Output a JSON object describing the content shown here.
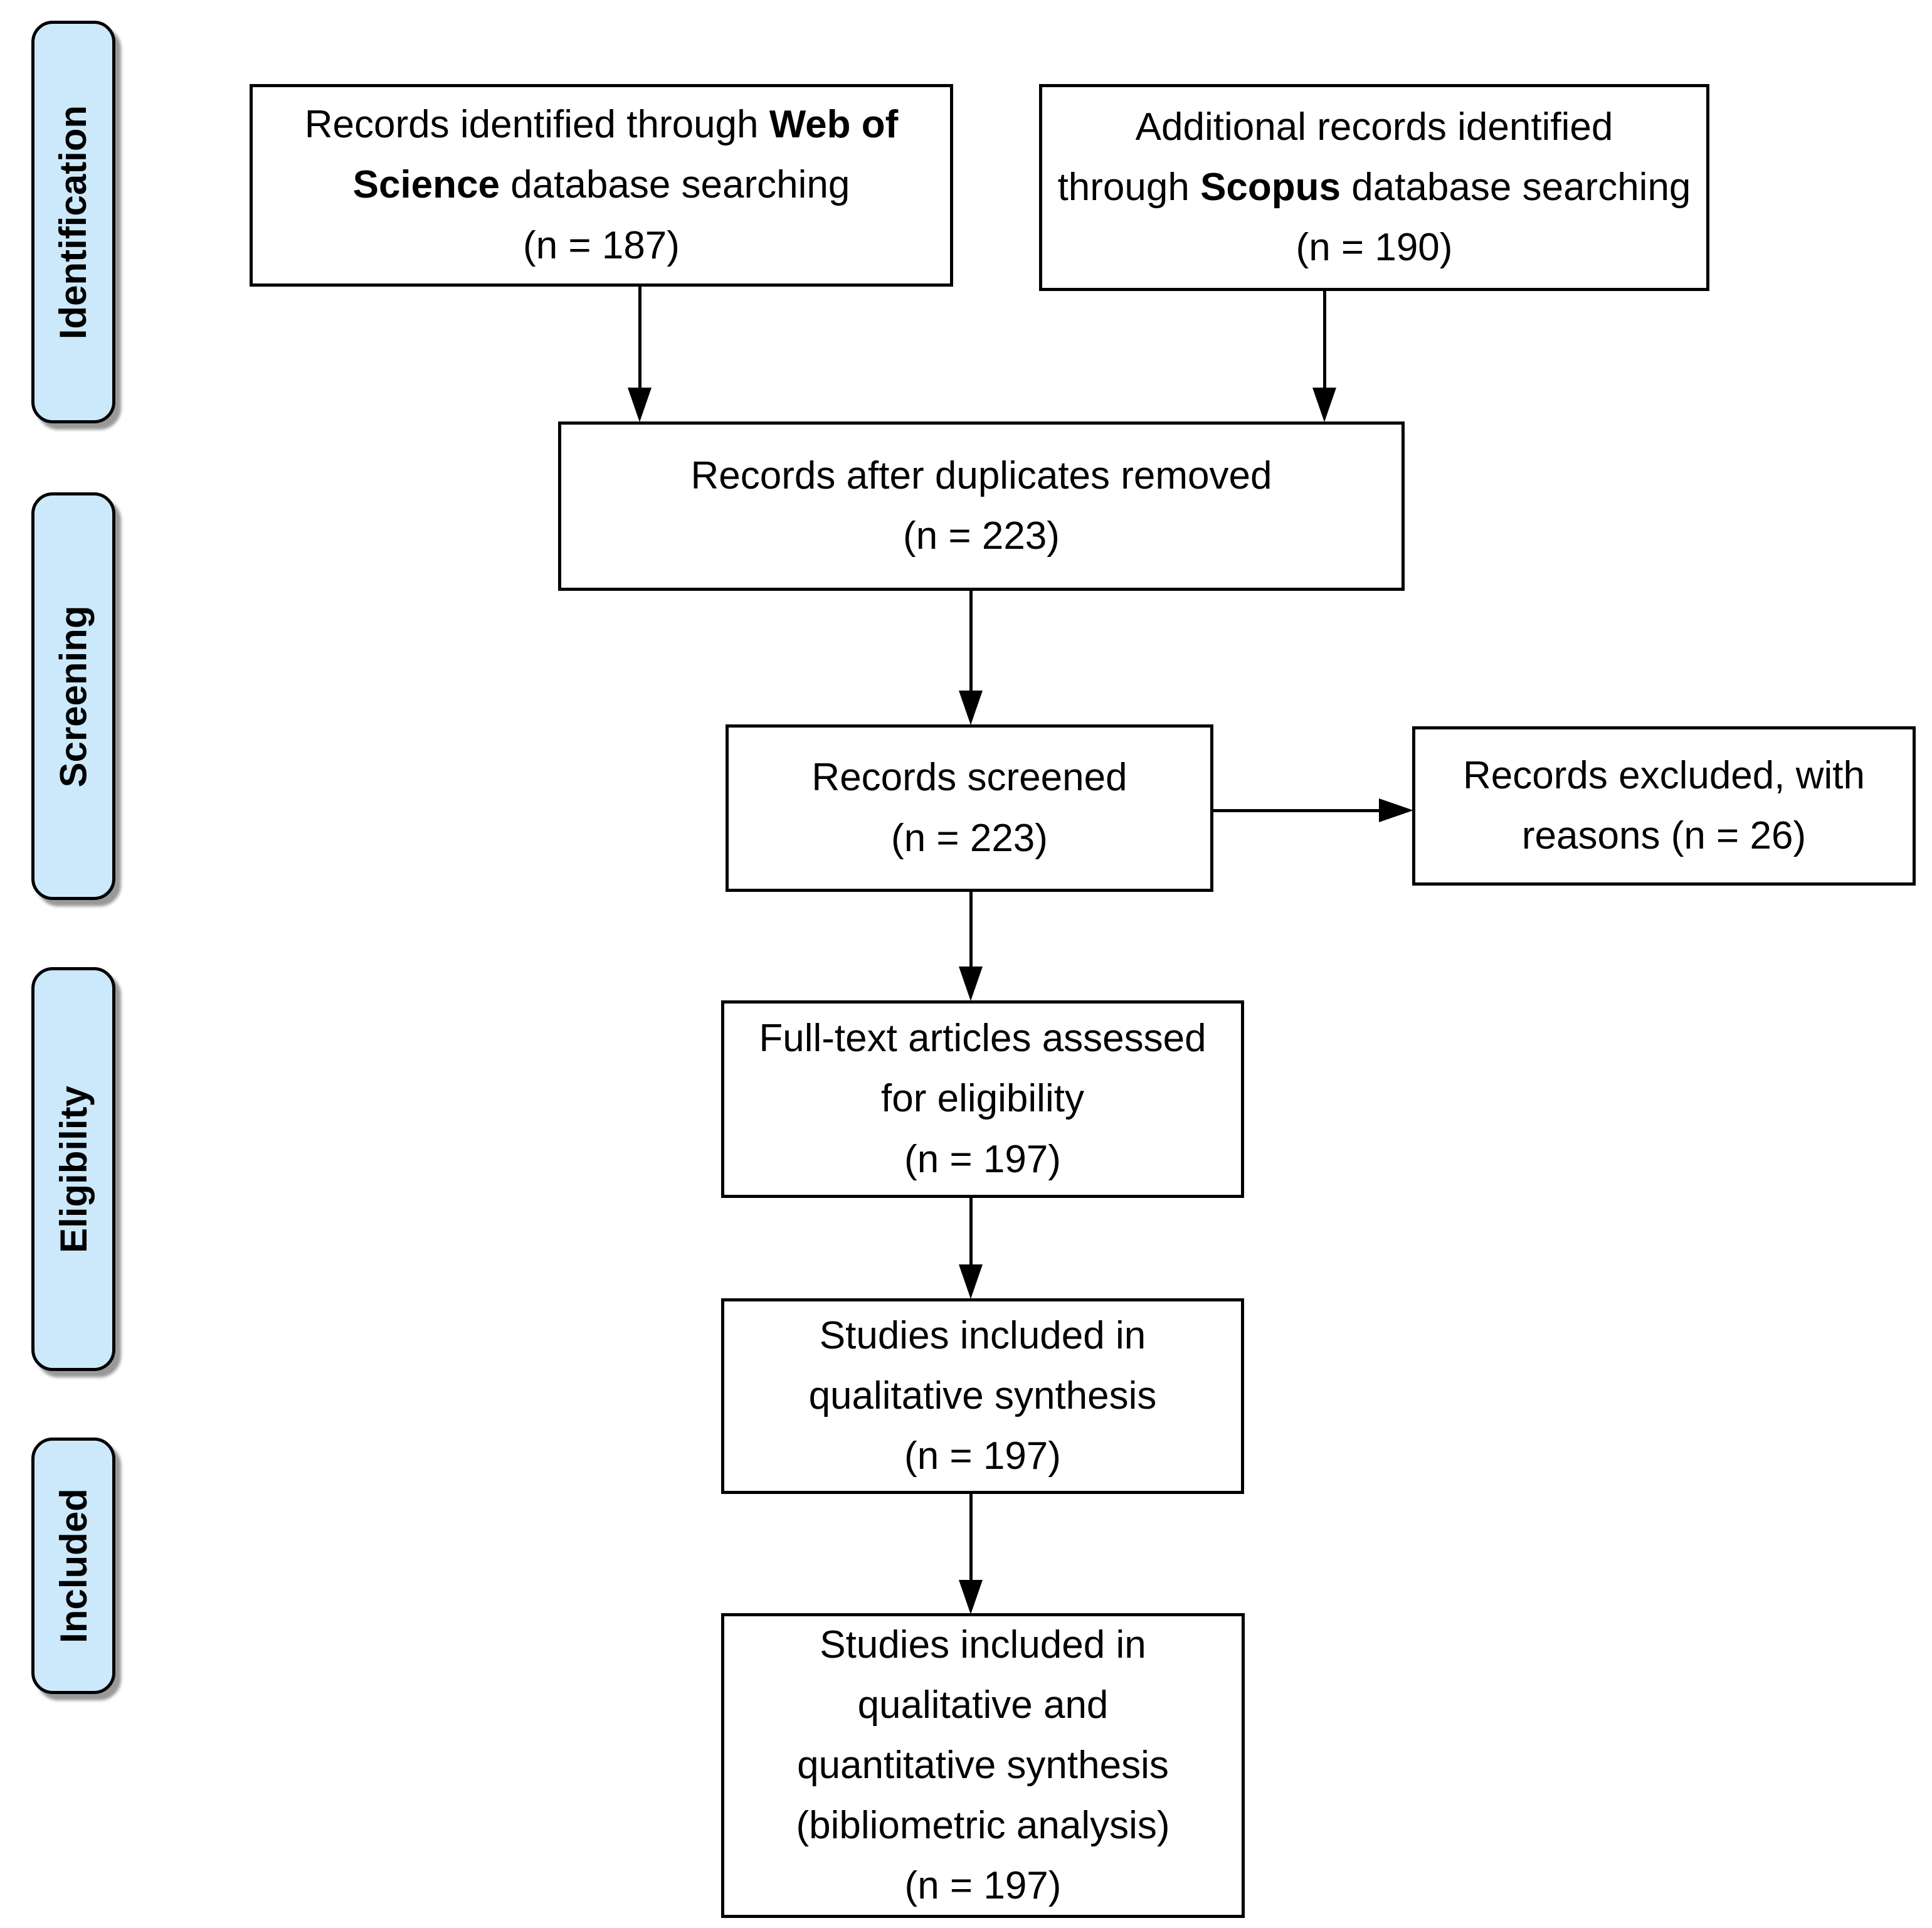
{
  "sidebar": {
    "labels": {
      "identification": "Identification",
      "screening": "Screening",
      "eligibility": "Eligibility",
      "included": "Included"
    }
  },
  "boxes": {
    "wos": {
      "line1_pre": "Records identified through ",
      "line1_bold": "Web of",
      "line2_bold": "Science",
      "line2_post": " database searching",
      "line3": "(n = 187)"
    },
    "scopus": {
      "line1": "Additional records identified",
      "line2_pre": "through ",
      "line2_bold": "Scopus",
      "line2_post": " database searching",
      "line3": "(n = 190)"
    },
    "duplicates": {
      "line1": "Records after duplicates removed",
      "line2": "(n = 223)"
    },
    "screened": {
      "line1": "Records screened",
      "line2": "(n = 223)"
    },
    "excluded": {
      "line1": "Records excluded, with",
      "line2": "reasons (n = 26)"
    },
    "fulltext": {
      "line1": "Full-text articles assessed",
      "line2": "for eligibility",
      "line3": "(n = 197)"
    },
    "qualitative": {
      "line1": "Studies included in",
      "line2": "qualitative synthesis",
      "line3": "(n = 197)"
    },
    "final": {
      "line1": "Studies included in",
      "line2": "qualitative and",
      "line3": "quantitative synthesis",
      "line4": "(bibliometric analysis)",
      "line5": "(n = 197)"
    }
  },
  "colors": {
    "stage_fill": "#cbe9fb",
    "border": "#000000"
  }
}
